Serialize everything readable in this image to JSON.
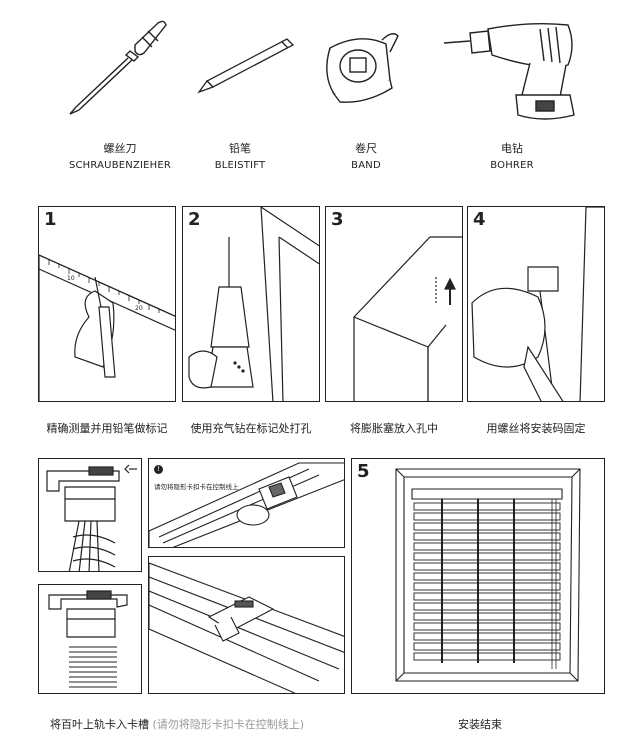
{
  "tools": [
    {
      "cn": "螺丝刀",
      "de": "SCHRAUBENZIEHER",
      "icon": "screwdriver-icon"
    },
    {
      "cn": "铅笔",
      "de": "BLEISTIFT",
      "icon": "pencil-icon"
    },
    {
      "cn": "卷尺",
      "de": "BAND",
      "icon": "tape-measure-icon"
    },
    {
      "cn": "电钻",
      "de": "BOHRER",
      "icon": "drill-icon"
    }
  ],
  "steps": [
    {
      "number": "1",
      "caption": "精确测量并用铅笔做标记"
    },
    {
      "number": "2",
      "caption": "使用充气钻在标记处打孔"
    },
    {
      "number": "3",
      "caption": "将膨胀塞放入孔中"
    },
    {
      "number": "4",
      "caption": "用螺丝将安装码固定"
    }
  ],
  "ruler_ticks": [
    "10",
    "20"
  ],
  "rail_step": {
    "warning": "请勿将隐形卡扣卡在控制线上",
    "caption": "将百叶上轨卡入卡槽",
    "caption_note": "(请勿将隐形卡扣卡在控制线上)"
  },
  "final_step": {
    "number": "5",
    "caption": "安装结束"
  }
}
